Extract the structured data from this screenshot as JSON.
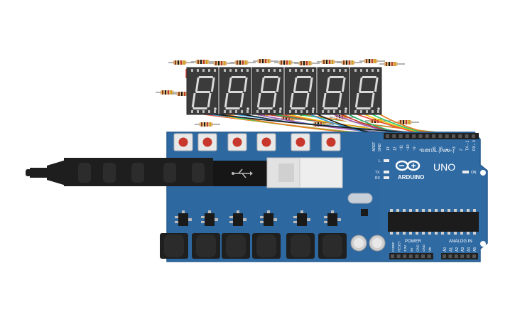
{
  "colors": {
    "board": "#2f6aa3",
    "board_dark": "#1f4f7e",
    "display_body": "#3b3b3b",
    "segment_on": "#d9d9d9",
    "button_red": "#c8372b",
    "usb_cable": "#1e1e1e",
    "usb_plug": "#d8d8d8"
  },
  "board": {
    "logo_text": "ARDUINO",
    "model": "UNO",
    "on_label": "ON",
    "led_l": "L",
    "led_tx": "TX",
    "led_rx": "RX",
    "digital_label": "DIGITAL (PWM~)",
    "power_label": "POWER",
    "analog_label": "ANALOG IN",
    "aref": "AREF",
    "gnd": "GND",
    "digital_pins": [
      "13",
      "12",
      "~11",
      "~10",
      "~9",
      "8",
      "7",
      "~6",
      "~5",
      "4",
      "~3",
      "2",
      "TX→1",
      "RX←0"
    ],
    "power_pins": [
      "IOREF",
      "RESET",
      "3.3V",
      "5V",
      "GND",
      "GND",
      "Vin"
    ],
    "analog_pins": [
      "A0",
      "A1",
      "A2",
      "A3",
      "A4",
      "A5"
    ]
  },
  "display": {
    "digits": [
      "8",
      "8",
      "8",
      "8",
      "8",
      "8"
    ],
    "digit_names": [
      "digit-1",
      "digit-2",
      "digit-3",
      "digit-4",
      "digit-5",
      "digit-6"
    ]
  },
  "buttons": [
    "button-1",
    "button-2",
    "button-3",
    "button-4",
    "button-5",
    "button-6"
  ],
  "jacks": [
    "jack-1",
    "jack-2",
    "jack-3",
    "jack-4",
    "jack-5",
    "jack-6"
  ]
}
